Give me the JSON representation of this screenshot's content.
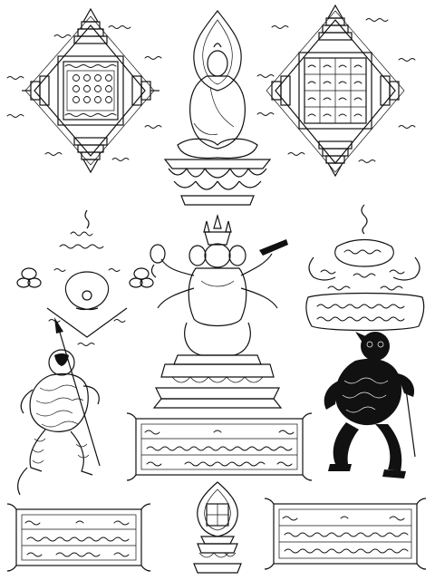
{
  "page": {
    "background": "#ffffff",
    "ink_color": "#111111"
  },
  "figures": {
    "buddha": {
      "icon": "seated-buddha-figure"
    },
    "deity": {
      "icon": "four-faced-deity-figure"
    },
    "monkey_left": {
      "icon": "hanuman-warrior-figure"
    },
    "monkey_right": {
      "icon": "dark-hanuman-figure"
    }
  },
  "yantras": {
    "top_left": {
      "icon": "square-yantra-left"
    },
    "top_right": {
      "icon": "square-yantra-right"
    },
    "mid_left": {
      "icon": "unalome-triangle-yantra"
    },
    "mid_right": {
      "icon": "script-yantra-right"
    },
    "bottom_center": {
      "icon": "bell-lotus-yantra"
    }
  },
  "panels": {
    "center": {
      "icon": "inscribed-panel"
    },
    "bottom_left": {
      "icon": "inscribed-panel"
    },
    "bottom_right": {
      "icon": "inscribed-panel"
    }
  }
}
